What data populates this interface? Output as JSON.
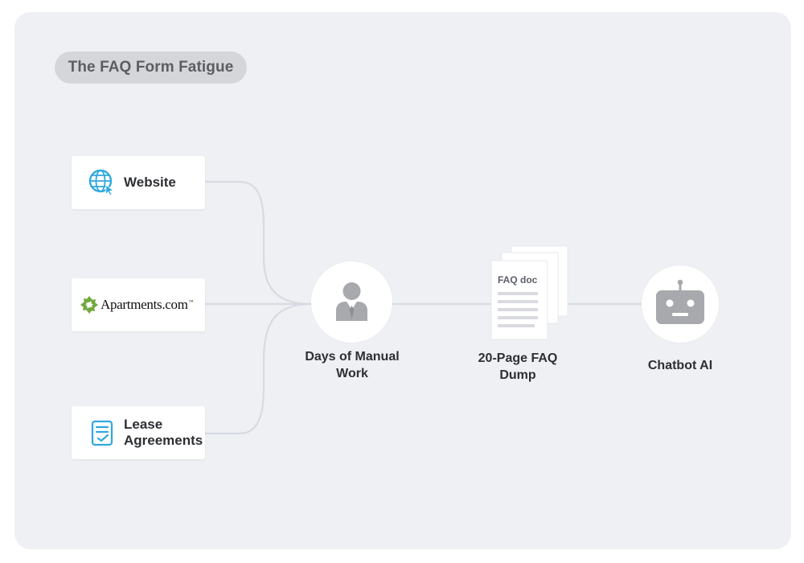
{
  "diagram": {
    "title": "The FAQ Form Fatigue",
    "sources": [
      {
        "label": "Website",
        "icon": "globe-cursor-icon"
      },
      {
        "label": "Apartments.com",
        "trademark": "™",
        "icon": "apartments-com-logo"
      },
      {
        "label": "Lease Agreements",
        "icon": "document-check-icon"
      }
    ],
    "steps": [
      {
        "label": "Days of Manual Work",
        "icon": "business-person-icon"
      },
      {
        "label": "20-Page FAQ Dump",
        "doc_label": "FAQ doc",
        "icon": "document-stack-icon"
      },
      {
        "label": "Chatbot AI",
        "icon": "robot-head-icon"
      }
    ],
    "colors": {
      "panel_background": "#eef0f4",
      "title_pill": "#d5d6da",
      "connector": "#d7dae0",
      "icon_blue": "#30a8df",
      "icon_gray": "#a7a9ad",
      "apartments_green": "#73a93e",
      "text_dark": "#2d2f33"
    }
  }
}
